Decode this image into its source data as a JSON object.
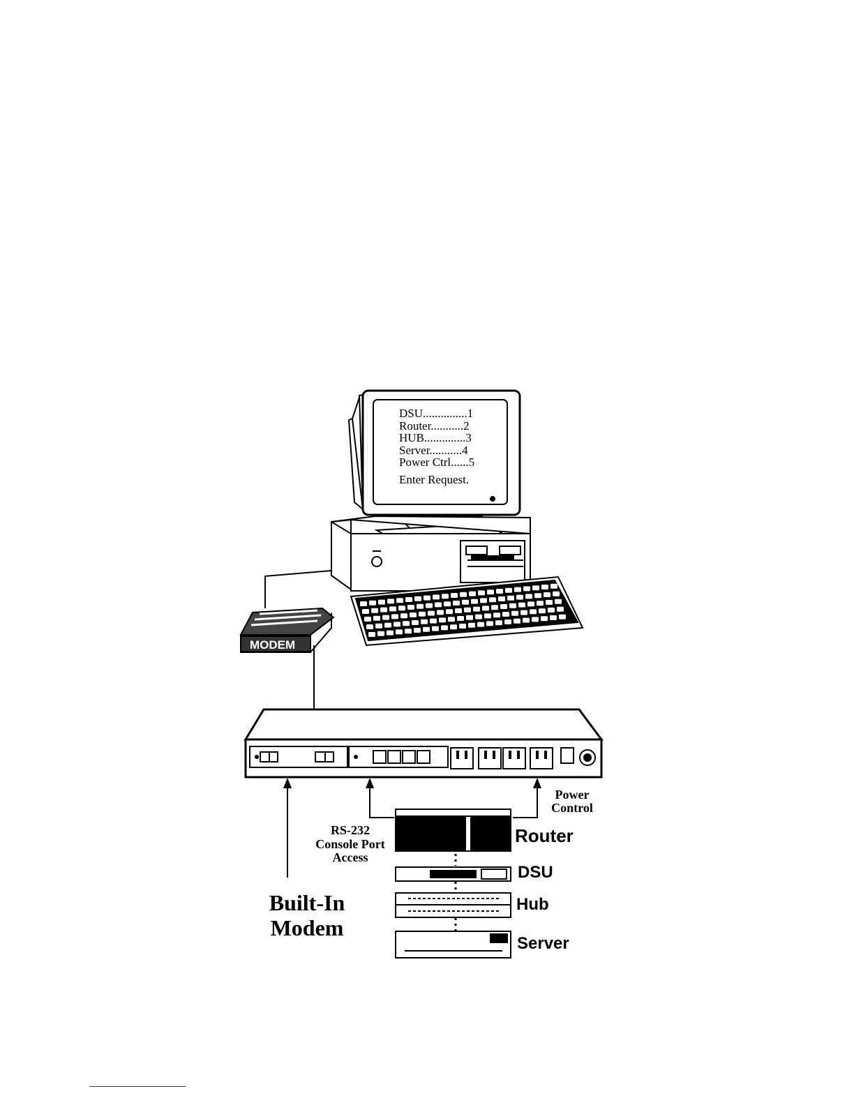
{
  "monitor": {
    "menu_lines": [
      "DSU...............1",
      "Router...........2",
      "HUB..............3",
      "Server...........4",
      "Power Ctrl......5"
    ],
    "prompt": "Enter Request."
  },
  "modem_label": "MODEM",
  "annotations": {
    "power_control": [
      "Power",
      "Control"
    ],
    "rs232": [
      "RS-232",
      "Console Port",
      "Access"
    ],
    "built_in_modem": [
      "Built-In",
      "Modem"
    ]
  },
  "devices": {
    "router": "Router",
    "dsu": "DSU",
    "hub": "Hub",
    "server": "Server"
  }
}
